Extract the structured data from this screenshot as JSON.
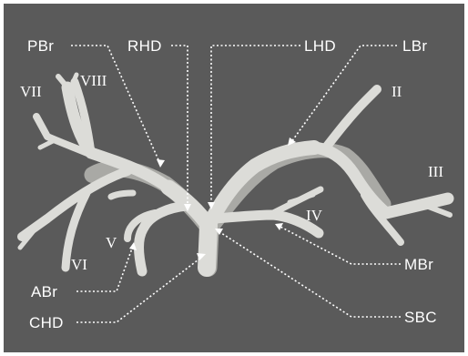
{
  "colors": {
    "background": "#5a5a5a",
    "specimen": "#dcdcd8",
    "specimen_shadow": "#a9a9a5",
    "label": "#ffffff"
  },
  "labels": {
    "pbr": "PBr",
    "rhd": "RHD",
    "lhd": "LHD",
    "lbr": "LBr",
    "abr": "ABr",
    "chd": "CHD",
    "mbr": "MBr",
    "sbc": "SBC"
  },
  "segments": {
    "ii": "II",
    "iii": "III",
    "iv": "IV",
    "v": "V",
    "vi": "VI",
    "vii": "VII",
    "viii": "VIII"
  }
}
